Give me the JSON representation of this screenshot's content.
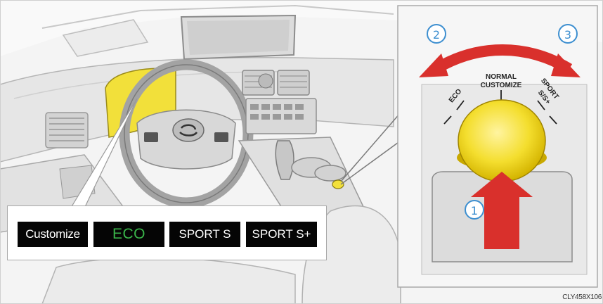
{
  "modes": [
    {
      "label": "Customize",
      "color": "#ffffff"
    },
    {
      "label": "ECO",
      "color": "#3ab54a"
    },
    {
      "label": "SPORT S",
      "color": "#ffffff"
    },
    {
      "label": "SPORT S+",
      "color": "#ffffff"
    }
  ],
  "inset": {
    "dial_labels": {
      "eco": "ECO",
      "normal": "NORMAL",
      "customize": "CUSTOMIZE",
      "sport": "SPORT",
      "sport_s": "S/S+"
    },
    "steps": [
      "1",
      "2",
      "3"
    ]
  },
  "caption": "CLY458X106",
  "colors": {
    "highlight_yellow": "#f2e03a",
    "arrow_red": "#d9302c",
    "step_blue": "#3d8fd0",
    "eco_green": "#3ab54a"
  },
  "icons": [
    "lexus-logo-icon",
    "arrow-curved-icon",
    "arrow-up-icon"
  ]
}
